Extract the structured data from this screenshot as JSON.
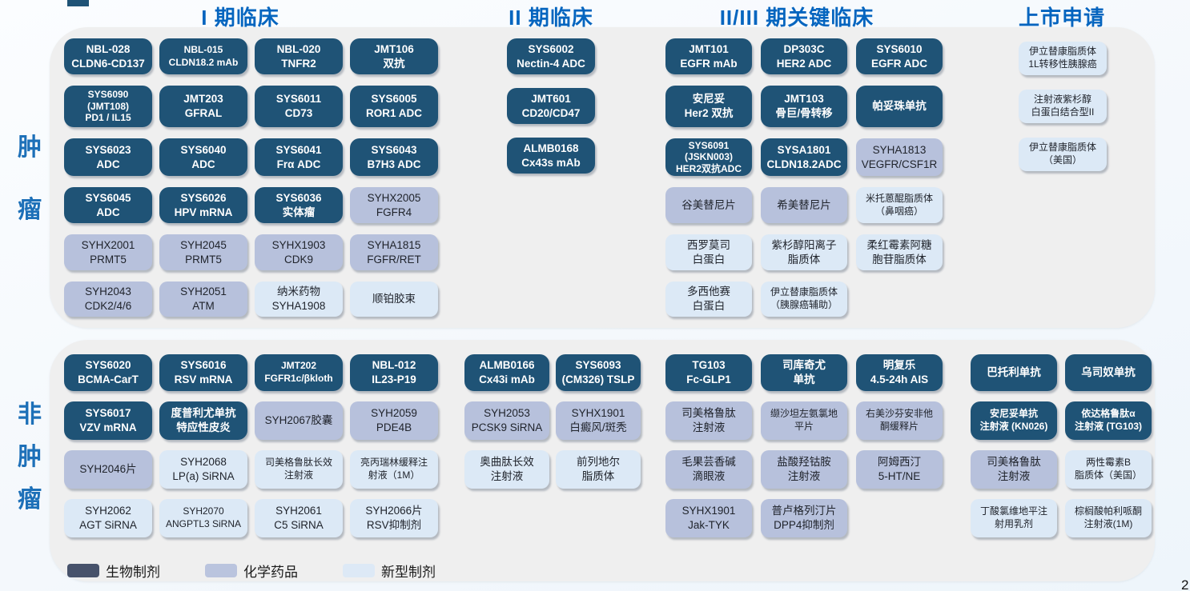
{
  "page": {
    "number": "2"
  },
  "colors": {
    "bio": "#1F5376",
    "chem": "#B7C1DC",
    "novel": "#DCE9F6",
    "legend_bio": "#47526B",
    "header_blue": "#0565BF",
    "side_label_blue": "#1D70B8",
    "panel_gray": "#EFEFEF"
  },
  "headers": {
    "phase1": "I 期临床",
    "phase2": "II 期临床",
    "phase23": "II/III 期关键临床",
    "nda": "上市申请"
  },
  "side_labels": {
    "oncology": "肿瘤",
    "non_oncology": "非肿瘤"
  },
  "legend": [
    {
      "type": "bio",
      "label": "生物制剂"
    },
    {
      "type": "chem",
      "label": "化学药品"
    },
    {
      "type": "novel",
      "label": "新型制剂"
    }
  ],
  "groups": {
    "g-onc-phase1": [
      [
        {
          "type": "bio",
          "lines": [
            "NBL-028",
            "CLDN6-CD137"
          ]
        },
        {
          "type": "bio",
          "small": true,
          "lines": [
            "NBL-015",
            "CLDN18.2 mAb"
          ]
        },
        {
          "type": "bio",
          "lines": [
            "NBL-020",
            "TNFR2"
          ]
        },
        {
          "type": "bio",
          "lines": [
            "JMT106",
            "双抗"
          ]
        }
      ],
      [
        {
          "type": "bio",
          "lines": [
            "SYS6090",
            "(JMT108)",
            "PD1 / IL15"
          ]
        },
        {
          "type": "bio",
          "lines": [
            "JMT203",
            "GFRAL"
          ]
        },
        {
          "type": "bio",
          "lines": [
            "SYS6011",
            "CD73"
          ]
        },
        {
          "type": "bio",
          "lines": [
            "SYS6005",
            "ROR1 ADC"
          ]
        }
      ],
      [
        {
          "type": "bio",
          "lines": [
            "SYS6023",
            "ADC"
          ]
        },
        {
          "type": "bio",
          "lines": [
            "SYS6040",
            "ADC"
          ]
        },
        {
          "type": "bio",
          "lines": [
            "SYS6041",
            "Frα ADC"
          ]
        },
        {
          "type": "bio",
          "lines": [
            "SYS6043",
            "B7H3 ADC"
          ]
        }
      ],
      [
        {
          "type": "bio",
          "lines": [
            "SYS6045",
            "ADC"
          ]
        },
        {
          "type": "bio",
          "lines": [
            "SYS6026",
            "HPV mRNA"
          ]
        },
        {
          "type": "bio",
          "lines": [
            "SYS6036",
            "实体瘤"
          ]
        },
        {
          "type": "chem",
          "lines": [
            "SYHX2005",
            "FGFR4"
          ]
        }
      ],
      [
        {
          "type": "chem",
          "lines": [
            "SYHX2001",
            "PRMT5"
          ]
        },
        {
          "type": "chem",
          "lines": [
            "SYH2045",
            "PRMT5"
          ]
        },
        {
          "type": "chem",
          "lines": [
            "SYHX1903",
            "CDK9"
          ]
        },
        {
          "type": "chem",
          "lines": [
            "SYHA1815",
            "FGFR/RET"
          ]
        }
      ],
      [
        {
          "type": "chem",
          "lines": [
            "SYH2043",
            "CDK2/4/6"
          ]
        },
        {
          "type": "chem",
          "lines": [
            "SYH2051",
            "ATM"
          ]
        },
        {
          "type": "novel",
          "lines": [
            "纳米药物",
            "SYHA1908"
          ]
        },
        {
          "type": "novel",
          "lines": [
            "顺铂胶束"
          ]
        }
      ]
    ],
    "g-onc-phase2": [
      [
        {
          "type": "bio",
          "lines": [
            "SYS6002",
            "Nectin-4 ADC"
          ]
        }
      ],
      [
        {
          "type": "bio",
          "lines": [
            "JMT601",
            "CD20/CD47"
          ]
        }
      ],
      [
        {
          "type": "bio",
          "lines": [
            "ALMB0168",
            "Cx43s mAb"
          ]
        }
      ]
    ],
    "g-onc-phase23": [
      [
        {
          "type": "bio",
          "lines": [
            "JMT101",
            "EGFR mAb"
          ]
        },
        {
          "type": "bio",
          "lines": [
            "DP303C",
            "HER2 ADC"
          ]
        },
        {
          "type": "bio",
          "lines": [
            "SYS6010",
            "EGFR ADC"
          ]
        }
      ],
      [
        {
          "type": "bio",
          "lines": [
            "安尼妥",
            "Her2 双抗"
          ]
        },
        {
          "type": "bio",
          "lines": [
            "JMT103",
            "骨巨/骨转移"
          ]
        },
        {
          "type": "bio",
          "lines": [
            "帕妥珠单抗"
          ]
        }
      ],
      [
        {
          "type": "bio",
          "lines": [
            "SYS6091",
            "(JSKN003)",
            "HER2双抗ADC"
          ]
        },
        {
          "type": "bio",
          "lines": [
            "SYSA1801",
            "CLDN18.2ADC"
          ]
        },
        {
          "type": "chem",
          "lines": [
            "SYHA1813",
            "VEGFR/CSF1R"
          ]
        }
      ],
      [
        {
          "type": "chem",
          "lines": [
            "谷美替尼片"
          ]
        },
        {
          "type": "chem",
          "lines": [
            "希美替尼片"
          ]
        },
        {
          "type": "novel",
          "lines": [
            "米托蒽醌脂质体",
            "（鼻咽癌）"
          ]
        }
      ],
      [
        {
          "type": "novel",
          "lines": [
            "西罗莫司",
            "白蛋白"
          ]
        },
        {
          "type": "novel",
          "lines": [
            "紫杉醇阳离子",
            "脂质体"
          ]
        },
        {
          "type": "novel",
          "lines": [
            "柔红霉素阿糖",
            "胞苷脂质体"
          ]
        }
      ],
      [
        {
          "type": "novel",
          "lines": [
            "多西他赛",
            "白蛋白"
          ]
        },
        {
          "type": "novel",
          "lines": [
            "伊立替康脂质体",
            "（胰腺癌辅助）"
          ]
        },
        null
      ]
    ],
    "g-onc-nda": [
      [
        {
          "type": "novel",
          "lines": [
            "伊立替康脂质体",
            "1L转移性胰腺癌"
          ]
        }
      ],
      [
        {
          "type": "novel",
          "lines": [
            "注射液紫杉醇",
            "白蛋白结合型II"
          ]
        }
      ],
      [
        {
          "type": "novel",
          "lines": [
            "伊立替康脂质体",
            "（美国）"
          ]
        }
      ]
    ],
    "g-non-phase1": [
      [
        {
          "type": "bio",
          "lines": [
            "SYS6020",
            "BCMA-CarT"
          ]
        },
        {
          "type": "bio",
          "lines": [
            "SYS6016",
            "RSV mRNA"
          ]
        },
        {
          "type": "bio",
          "lines": [
            "JMT202",
            "FGFR1c/βkloth"
          ]
        },
        {
          "type": "bio",
          "lines": [
            "NBL-012",
            "IL23-P19"
          ]
        }
      ],
      [
        {
          "type": "bio",
          "lines": [
            "SYS6017",
            "VZV mRNA"
          ]
        },
        {
          "type": "bio",
          "lines": [
            "度普利尤单抗",
            "特应性皮炎"
          ]
        },
        {
          "type": "chem",
          "lines": [
            "SYH2067胶囊"
          ]
        },
        {
          "type": "chem",
          "lines": [
            "SYH2059",
            "PDE4B"
          ]
        }
      ],
      [
        {
          "type": "chem",
          "lines": [
            "SYH2046片"
          ]
        },
        {
          "type": "novel",
          "lines": [
            "SYH2068",
            "LP(a) SiRNA"
          ]
        },
        {
          "type": "novel",
          "lines": [
            "司美格鲁肽长效",
            "注射液"
          ]
        },
        {
          "type": "novel",
          "lines": [
            "亮丙瑞林缓释注",
            "射液（1M）"
          ]
        }
      ],
      [
        {
          "type": "novel",
          "lines": [
            "SYH2062",
            "AGT SiRNA"
          ]
        },
        {
          "type": "novel",
          "small": true,
          "lines": [
            "SYH2070",
            "ANGPTL3 SiRNA"
          ]
        },
        {
          "type": "novel",
          "lines": [
            "SYH2061",
            "C5 SiRNA"
          ]
        },
        {
          "type": "novel",
          "lines": [
            "SYH2066片",
            "RSV抑制剂"
          ]
        }
      ]
    ],
    "g-non-phase2": [
      [
        {
          "type": "bio",
          "lines": [
            "ALMB0166",
            "Cx43i mAb"
          ]
        },
        {
          "type": "bio",
          "lines": [
            "SYS6093",
            "(CM326) TSLP"
          ]
        }
      ],
      [
        {
          "type": "chem",
          "lines": [
            "SYH2053",
            "PCSK9 SiRNA"
          ]
        },
        {
          "type": "chem",
          "lines": [
            "SYHX1901",
            "白癜风/斑秃"
          ]
        }
      ],
      [
        {
          "type": "novel",
          "lines": [
            "奥曲肽长效",
            "注射液"
          ]
        },
        {
          "type": "novel",
          "lines": [
            "前列地尔",
            "脂质体"
          ]
        }
      ]
    ],
    "g-non-phase23": [
      [
        {
          "type": "bio",
          "lines": [
            "TG103",
            "Fc-GLP1"
          ]
        },
        {
          "type": "bio",
          "lines": [
            "司库奇尤",
            "单抗"
          ]
        },
        {
          "type": "bio",
          "lines": [
            "明复乐",
            "4.5-24h AIS"
          ]
        }
      ],
      [
        {
          "type": "chem",
          "lines": [
            "司美格鲁肽",
            "注射液"
          ]
        },
        {
          "type": "chem",
          "lines": [
            "缬沙坦左氨氯地",
            "平片"
          ]
        },
        {
          "type": "chem",
          "lines": [
            "右美沙芬安非他",
            "酮缓释片"
          ]
        }
      ],
      [
        {
          "type": "chem",
          "lines": [
            "毛果芸香碱",
            "滴眼液"
          ]
        },
        {
          "type": "chem",
          "lines": [
            "盐酸羟钴胺",
            "注射液"
          ]
        },
        {
          "type": "chem",
          "lines": [
            "阿姆西汀",
            "5-HT/NE"
          ]
        }
      ],
      [
        {
          "type": "chem",
          "lines": [
            "SYHX1901",
            "Jak-TYK"
          ]
        },
        {
          "type": "chem",
          "lines": [
            "普卢格列汀片",
            "DPP4抑制剂"
          ]
        },
        null
      ]
    ],
    "g-non-nda": [
      [
        {
          "type": "bio",
          "lines": [
            "巴托利单抗"
          ]
        },
        {
          "type": "bio",
          "lines": [
            "乌司奴单抗"
          ]
        }
      ],
      [
        {
          "type": "bio",
          "lines": [
            "安尼妥单抗",
            "注射液 (KN026)"
          ]
        },
        {
          "type": "bio",
          "lines": [
            "依达格鲁肽α",
            "注射液 (TG103)"
          ]
        }
      ],
      [
        {
          "type": "chem",
          "lines": [
            "司美格鲁肽",
            "注射液"
          ]
        },
        {
          "type": "novel",
          "lines": [
            "两性霉素B",
            "脂质体（美国）"
          ]
        }
      ],
      [
        {
          "type": "novel",
          "lines": [
            "丁酸氯维地平注",
            "射用乳剂"
          ]
        },
        {
          "type": "novel",
          "lines": [
            "棕榈酸帕利哌酮",
            "注射液(1M)"
          ]
        }
      ]
    ]
  }
}
